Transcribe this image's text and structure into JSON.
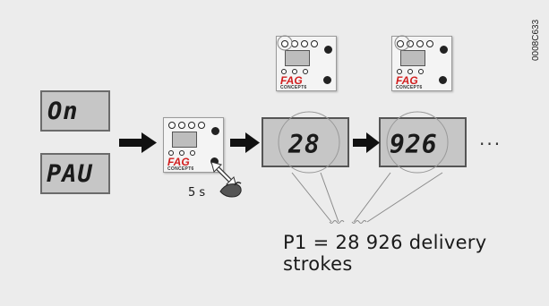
{
  "figure_code": "0008C633",
  "display_states": {
    "on": "On",
    "pause": "PAU"
  },
  "device": {
    "logo": "FAG",
    "subtitle": "CONCEPT6"
  },
  "hold_duration": "5 s",
  "readings": {
    "first": "28",
    "second": "926"
  },
  "continuation": "...",
  "result_caption": "P1 = 28 926 delivery strokes"
}
